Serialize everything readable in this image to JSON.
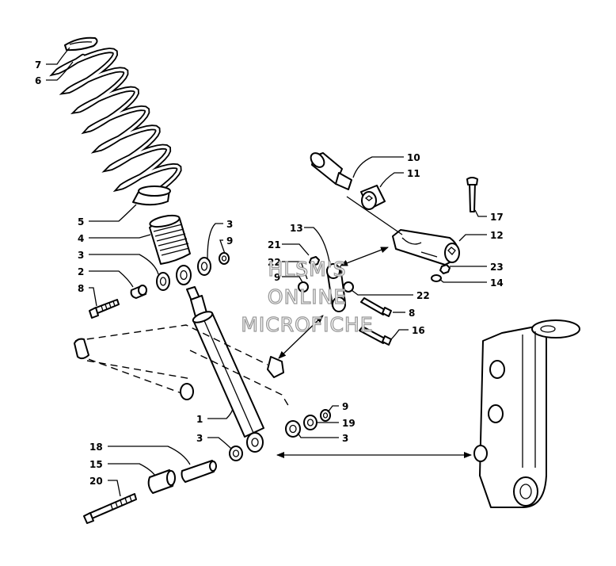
{
  "watermark": {
    "line1": "HLSM'S",
    "line2": "ONLINE",
    "line3": "MICROFICHE"
  },
  "callouts": [
    "7",
    "6",
    "5",
    "4",
    "3",
    "9",
    "3",
    "2",
    "8",
    "1",
    "3",
    "18",
    "15",
    "20",
    "9",
    "19",
    "3",
    "13",
    "21",
    "22",
    "9",
    "10",
    "11",
    "17",
    "12",
    "23",
    "14",
    "22",
    "8",
    "16"
  ]
}
